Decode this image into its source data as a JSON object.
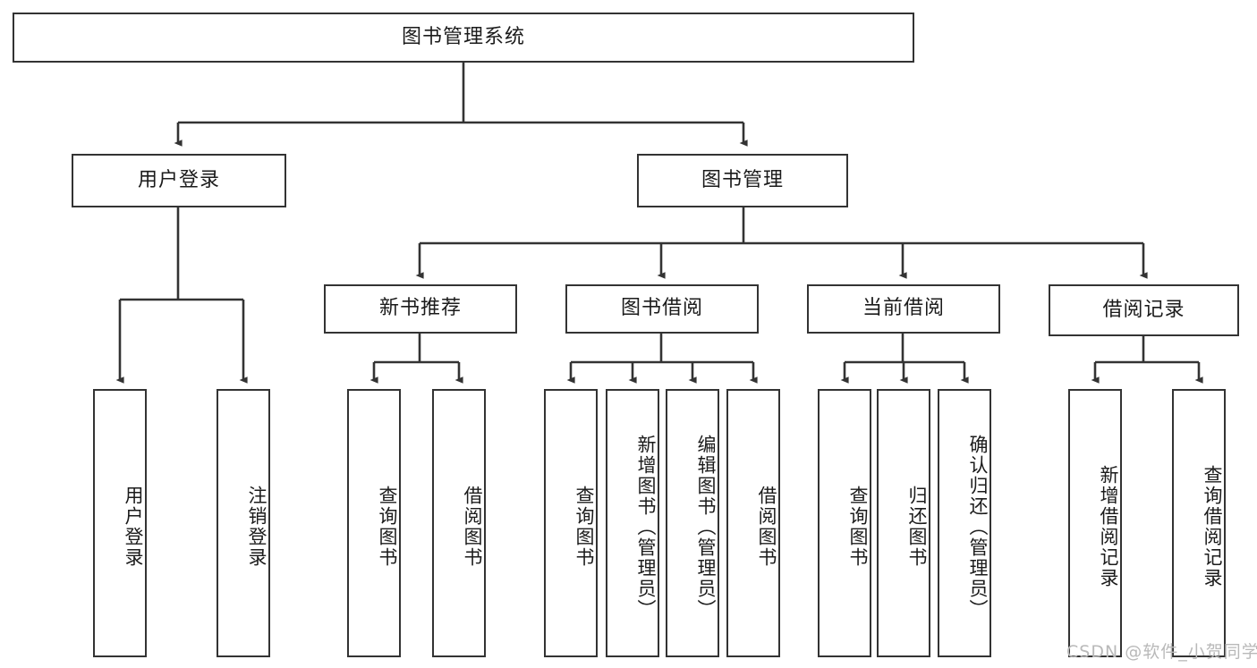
{
  "diagram": {
    "type": "hierarchy-tree",
    "title": "图书管理系统",
    "background_color": "#ffffff",
    "line_color": "#333333",
    "box_fill": "#ffffff",
    "root": {
      "id": "root",
      "label": "图书管理系统"
    },
    "level1": [
      {
        "id": "user-login",
        "label": "用户登录"
      },
      {
        "id": "book-management",
        "label": "图书管理"
      }
    ],
    "level2": [
      {
        "id": "new-book-recommend",
        "label": "新书推荐",
        "parent": "book-management"
      },
      {
        "id": "book-borrow",
        "label": "图书借阅",
        "parent": "book-management"
      },
      {
        "id": "current-borrow",
        "label": "当前借阅",
        "parent": "book-management"
      },
      {
        "id": "borrow-record",
        "label": "借阅记录",
        "parent": "book-management"
      }
    ],
    "leaves": [
      {
        "id": "leaf-user-login",
        "label": "用户登录",
        "parent": "user-login"
      },
      {
        "id": "leaf-logout",
        "label": "注销登录",
        "parent": "user-login"
      },
      {
        "id": "leaf-query-book-1",
        "label": "查询图书",
        "parent": "new-book-recommend"
      },
      {
        "id": "leaf-borrow-book-1",
        "label": "借阅图书",
        "parent": "new-book-recommend"
      },
      {
        "id": "leaf-query-book-2",
        "label": "查询图书",
        "parent": "book-borrow"
      },
      {
        "id": "leaf-add-book",
        "label": "新增图书（管理员）",
        "parent": "book-borrow"
      },
      {
        "id": "leaf-edit-book",
        "label": "编辑图书（管理员）",
        "parent": "book-borrow"
      },
      {
        "id": "leaf-borrow-book-2",
        "label": "借阅图书",
        "parent": "book-borrow"
      },
      {
        "id": "leaf-query-book-3",
        "label": "查询图书",
        "parent": "current-borrow"
      },
      {
        "id": "leaf-return-book",
        "label": "归还图书",
        "parent": "current-borrow"
      },
      {
        "id": "leaf-confirm-return",
        "label": "确认归还（管理员）",
        "parent": "current-borrow"
      },
      {
        "id": "leaf-add-record",
        "label": "新增借阅记录",
        "parent": "borrow-record"
      },
      {
        "id": "leaf-query-record",
        "label": "查询借阅记录",
        "parent": "borrow-record"
      }
    ]
  },
  "watermark": {
    "text": "CSDN @软件_小贺同学"
  }
}
